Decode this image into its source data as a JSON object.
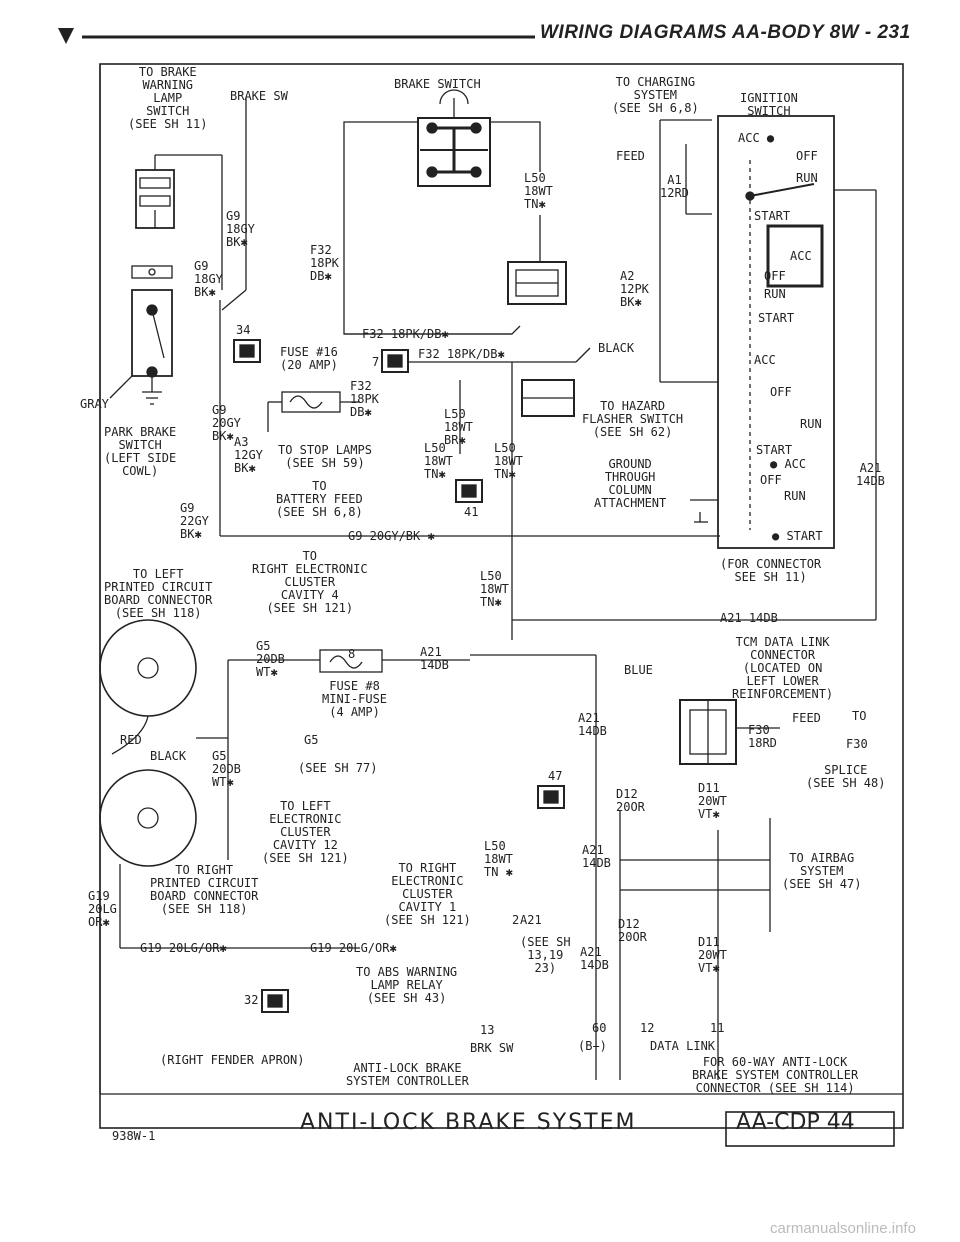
{
  "header": {
    "title": "WIRING DIAGRAMS AA-BODY  8W - 231"
  },
  "labels": {
    "brake_warning": "TO BRAKE\nWARNING\nLAMP\nSWITCH\n(SEE SH 11)",
    "brake_sw": "BRAKE SW",
    "brake_switch": "BRAKE SWITCH",
    "charging": "TO CHARGING\nSYSTEM\n(SEE SH 6,8)",
    "ignition": "IGNITION\nSWITCH",
    "feed": "FEED",
    "a1": "A1\n12RD",
    "l50_top": "L50\n18WT\nTN✱",
    "g9_a": "G9\n18GY\nBK✱",
    "g9_b": "G9\n18GY\nBK✱",
    "f32_a": "F32\n18PK\nDB✱",
    "a2": "A2\n12PK\nBK✱",
    "f32_line": "F32 18PK/DB✱",
    "f32_line2": "F32 18PK/DB✱",
    "n34": "34",
    "fuse16": "FUSE #16\n(20 AMP)",
    "n7": "7",
    "black": "BLACK",
    "gray": "GRAY",
    "park_brake": "PARK BRAKE\nSWITCH\n(LEFT SIDE\nCOWL)",
    "g9_c": "G9\n20GY\nBK✱",
    "f32_b": "F32\n18PK\nDB✱",
    "l50_mid": "L50\n18WT\nBR✱",
    "hazard": "TO HAZARD\nFLASHER SWITCH\n(SEE SH 62)",
    "a3": "A3\n12GY\nBK✱",
    "stop_lamps": "TO STOP LAMPS\n(SEE SH 59)",
    "l50_b": "L50\n18WT\nTN✱",
    "l50_c": "L50\n18WT\nTN✱",
    "ground": "GROUND\nTHROUGH\nCOLUMN\nATTACHMENT",
    "battery": "TO\nBATTERY FEED\n(SEE SH 6,8)",
    "n41": "41",
    "g9_d": "G9\n22GY\nBK✱",
    "g9_line": "G9 20GY/BK ✱",
    "sw_acc": "ACC ●",
    "sw_off": "OFF",
    "sw_run": "RUN",
    "sw_start": "START",
    "sw_acc2": "ACC",
    "sw_off2": "OFF",
    "sw_run2": "RUN",
    "sw_start2": "START",
    "sw_acc3": "ACC",
    "sw_off3": "OFF",
    "sw_run3": "RUN",
    "sw_start3": "START",
    "sw_acc4": "● ACC",
    "sw_off4": "OFF",
    "sw_run4": "RUN",
    "sw_start4": "● START",
    "a21_right": "A21\n14DB",
    "to_left_pcb": "TO LEFT\nPRINTED CIRCUIT\nBOARD CONNECTOR\n(SEE SH 118)",
    "right_cluster": "TO\nRIGHT ELECTRONIC\nCLUSTER\nCAVITY 4\n(SEE SH 121)",
    "l50_d": "L50\n18WT\nTN✱",
    "for_connector": "(FOR CONNECTOR\nSEE SH 11)",
    "a21_line": "A21 14DB",
    "g5_a": "G5\n20DB\nWT✱",
    "n8": "8",
    "a21_b": "A21\n14DB",
    "fuse8": "FUSE #8\nMINI-FUSE\n(4 AMP)",
    "tcm": "TCM DATA LINK\nCONNECTOR\n(LOCATED ON\nLEFT LOWER\nREINFORCEMENT)",
    "blue": "BLUE",
    "red": "RED",
    "black2": "BLACK",
    "g5_b": "G5\n20DB\nWT✱",
    "g5_tag": "G5",
    "see77": "(SEE SH 77)",
    "a21_c": "A21\n14DB",
    "f30": "F30\n18RD",
    "feed2": "FEED",
    "to_f30": "TO",
    "f30_tag": "F30",
    "splice": "SPLICE\n(SEE SH 48)",
    "n47": "47",
    "d12_a": "D12\n20OR",
    "d11_a": "D11\n20WT\nVT✱",
    "left_cluster": "TO LEFT\nELECTRONIC\nCLUSTER\nCAVITY 12\n(SEE SH 121)",
    "to_right_pcb": "TO RIGHT\nPRINTED CIRCUIT\nBOARD CONNECTOR\n(SEE SH 118)",
    "l50_e": "L50\n18WT\nTN ✱",
    "a21_d": "A21\n14DB",
    "right_ecluster": "TO RIGHT\nELECTRONIC\nCLUSTER\nCAVITY 1\n(SEE SH 121)",
    "airbag": "TO AIRBAG\nSYSTEM\n(SEE SH 47)",
    "g19_a": "G19\n20LG\nOR✱",
    "a21_tag": "A21",
    "n2": "2",
    "see_sh": "(SEE SH\n13,19\n23)",
    "a21_e": "A21\n14DB",
    "d12_b": "D12\n20OR",
    "d11_b": "D11\n20WT\nVT✱",
    "g19_line": "G19 20LG/OR✱",
    "g19_line2": "G19 20LG/OR✱",
    "n32": "32",
    "abs_relay": "TO ABS WARNING\nLAMP RELAY\n(SEE SH 43)",
    "n13": "13",
    "brk_sw": "BRK SW",
    "n60": "60",
    "b_plus": "(B+)",
    "n12": "12",
    "n11": "11",
    "data_link": "DATA LINK",
    "fender": "(RIGHT FENDER APRON)",
    "controller": "ANTI-LOCK BRAKE\nSYSTEM CONTROLLER",
    "connector60": "FOR 60-WAY ANTI-LOCK\nBRAKE SYSTEM CONTROLLER\nCONNECTOR (SEE SH 114)",
    "fig_num": "938W-1",
    "system_title": "ANTI-LOCK BRAKE SYSTEM",
    "code": "AA-CDP 44"
  },
  "watermark": "carmanualsonline.info"
}
